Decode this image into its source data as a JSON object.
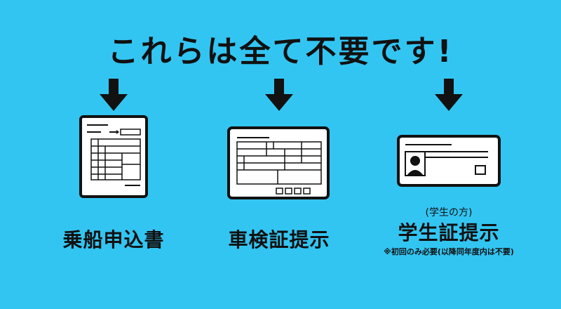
{
  "headline": "これらは全て不要です!",
  "items": [
    {
      "label": "乗船申込書",
      "icon": "form-document-icon"
    },
    {
      "label": "車検証提示",
      "icon": "vehicle-registration-certificate-icon"
    },
    {
      "label": "学生証提示",
      "icon": "student-id-card-icon",
      "label_sub": "(学生の方)",
      "note": "※初回のみ必要(以降同年度内は不要)"
    }
  ],
  "colors": {
    "background": "#33c5f2",
    "ink": "#111111",
    "paper": "#ffffff"
  }
}
